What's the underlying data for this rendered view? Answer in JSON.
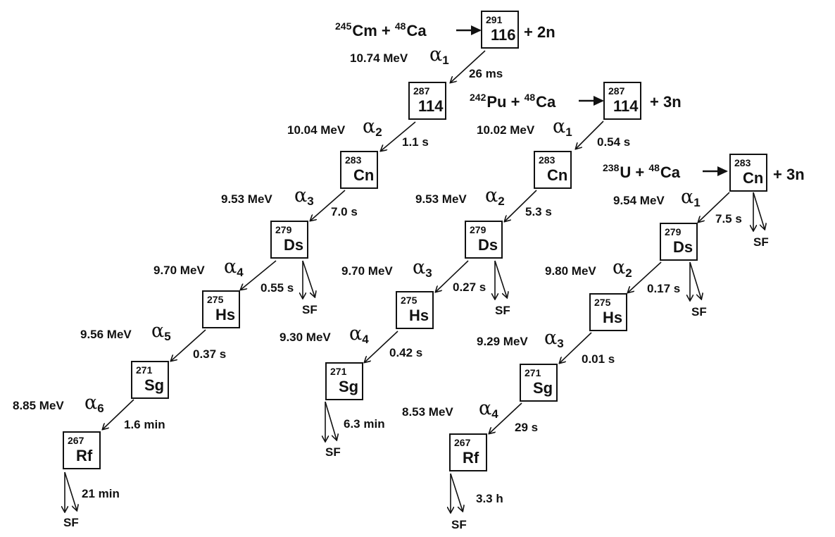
{
  "chains": [
    {
      "reaction": {
        "target_mass": "245",
        "target": "Cm",
        "beam_mass": "48",
        "beam": "Ca",
        "neutrons": "+ 2n"
      },
      "nuclides": [
        {
          "mass": "291",
          "symbol": "116"
        },
        {
          "mass": "287",
          "symbol": "114"
        },
        {
          "mass": "283",
          "symbol": "Cn"
        },
        {
          "mass": "279",
          "symbol": "Ds"
        },
        {
          "mass": "275",
          "symbol": "Hs"
        },
        {
          "mass": "271",
          "symbol": "Sg"
        },
        {
          "mass": "267",
          "symbol": "Rf"
        }
      ],
      "decays": [
        {
          "energy": "10.74 MeV",
          "alpha": "1",
          "time": "26 ms"
        },
        {
          "energy": "10.04 MeV",
          "alpha": "2",
          "time": "1.1 s"
        },
        {
          "energy": "9.53 MeV",
          "alpha": "3",
          "time": "7.0 s"
        },
        {
          "energy": "9.70 MeV",
          "alpha": "4",
          "time": "0.55 s"
        },
        {
          "energy": "9.56 MeV",
          "alpha": "5",
          "time": "0.37 s"
        },
        {
          "energy": "8.85 MeV",
          "alpha": "6",
          "time": "1.6 min"
        }
      ],
      "fission": [
        {
          "label": "SF"
        },
        {
          "label": "SF",
          "time": "21 min"
        }
      ]
    },
    {
      "reaction": {
        "target_mass": "242",
        "target": "Pu",
        "beam_mass": "48",
        "beam": "Ca",
        "neutrons": "+ 3n"
      },
      "nuclides": [
        {
          "mass": "287",
          "symbol": "114"
        },
        {
          "mass": "283",
          "symbol": "Cn"
        },
        {
          "mass": "279",
          "symbol": "Ds"
        },
        {
          "mass": "275",
          "symbol": "Hs"
        },
        {
          "mass": "271",
          "symbol": "Sg"
        }
      ],
      "decays": [
        {
          "energy": "10.02 MeV",
          "alpha": "1",
          "time": "0.54 s"
        },
        {
          "energy": "9.53 MeV",
          "alpha": "2",
          "time": "5.3 s"
        },
        {
          "energy": "9.70 MeV",
          "alpha": "3",
          "time": "0.27 s"
        },
        {
          "energy": "9.30 MeV",
          "alpha": "4",
          "time": "0.42 s"
        }
      ],
      "fission": [
        {
          "label": "SF"
        },
        {
          "label": "SF",
          "time": "6.3 min"
        }
      ]
    },
    {
      "reaction": {
        "target_mass": "238",
        "target": "U",
        "beam_mass": "48",
        "beam": "Ca",
        "neutrons": "+ 3n"
      },
      "nuclides": [
        {
          "mass": "283",
          "symbol": "Cn"
        },
        {
          "mass": "279",
          "symbol": "Ds"
        },
        {
          "mass": "275",
          "symbol": "Hs"
        },
        {
          "mass": "271",
          "symbol": "Sg"
        },
        {
          "mass": "267",
          "symbol": "Rf"
        }
      ],
      "decays": [
        {
          "energy": "9.54 MeV",
          "alpha": "1",
          "time": "7.5 s"
        },
        {
          "energy": "9.80 MeV",
          "alpha": "2",
          "time": "0.17 s"
        },
        {
          "energy": "9.29 MeV",
          "alpha": "3",
          "time": "0.01 s"
        },
        {
          "energy": "8.53 MeV",
          "alpha": "4",
          "time": "29 s"
        }
      ],
      "fission": [
        {
          "label": "SF"
        },
        {
          "label": "SF"
        },
        {
          "label": "SF",
          "time": "3.3 h"
        }
      ]
    }
  ]
}
